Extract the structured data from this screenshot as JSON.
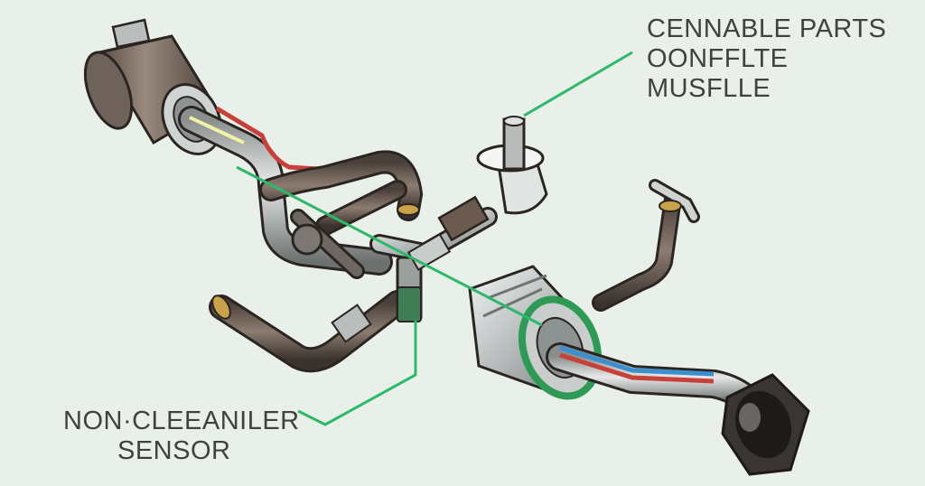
{
  "callouts": {
    "top": [
      "CENNABLE PARTS",
      "OONFFLTE",
      "MUSFLLE"
    ],
    "bottom": [
      "NON·CLEEANILER",
      "SENSOR"
    ]
  },
  "colors": {
    "background": "#e9efe9",
    "leader_line": "#2fb86a",
    "red_wire": "#c8403a",
    "blue_wire": "#3a8fd0",
    "green_accent": "#2f9a55",
    "brass": "#c9a24a"
  }
}
